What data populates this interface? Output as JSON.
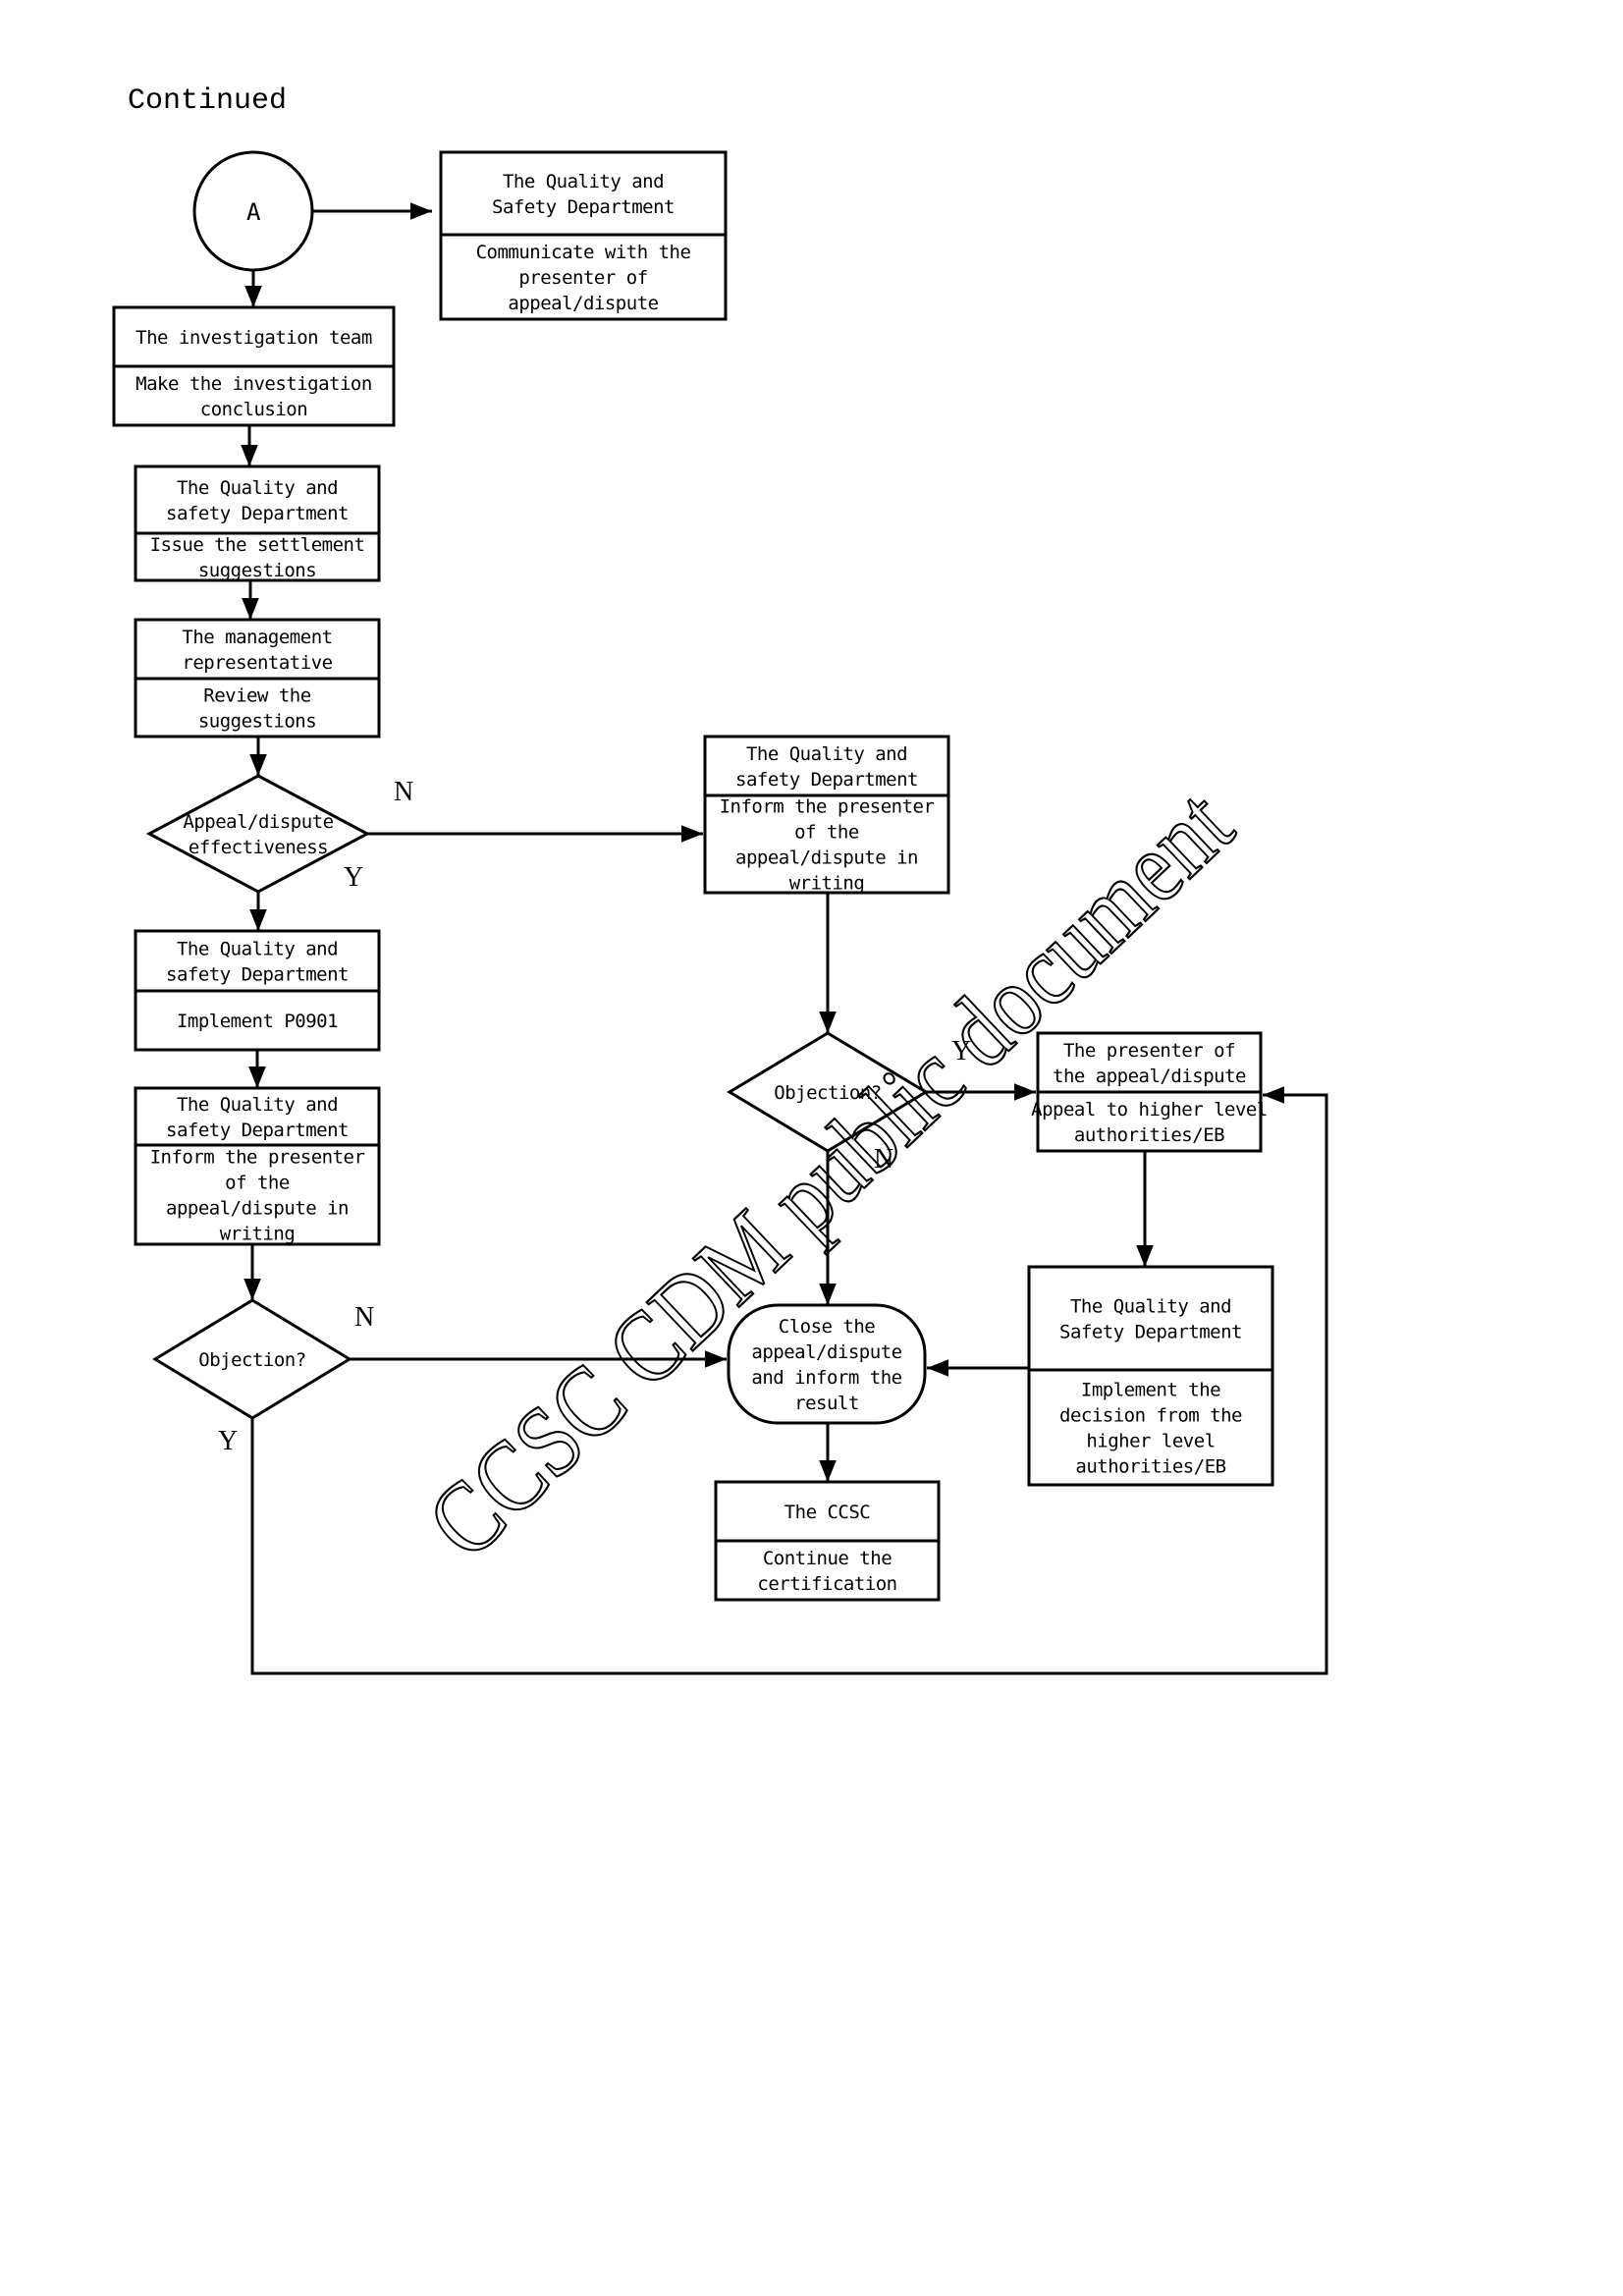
{
  "page": {
    "heading": "Continued"
  },
  "connector": {
    "label": "A"
  },
  "nodes": {
    "qs_communicate": {
      "role": [
        "The Quality and",
        "Safety Department"
      ],
      "action": [
        "Communicate with the",
        "presenter of",
        "appeal/dispute"
      ]
    },
    "investigation": {
      "role": [
        "The investigation team"
      ],
      "action": [
        "Make the investigation",
        "conclusion"
      ]
    },
    "qs_issue": {
      "role": [
        "The Quality and",
        "safety Department"
      ],
      "action": [
        "Issue the settlement",
        "suggestions"
      ]
    },
    "mgmt_review": {
      "role": [
        "The management",
        "representative"
      ],
      "action": [
        "Review the",
        "suggestions"
      ]
    },
    "qs_implement_p0901": {
      "role": [
        "The Quality and",
        "safety Department"
      ],
      "action": [
        "Implement P0901"
      ]
    },
    "qs_inform_left": {
      "role": [
        "The Quality and",
        "safety Department"
      ],
      "action": [
        "Inform the presenter",
        "of the",
        "appeal/dispute in",
        "writing"
      ]
    },
    "qs_inform_right": {
      "role": [
        "The Quality and",
        "safety Department"
      ],
      "action": [
        "Inform the presenter",
        "of the",
        "appeal/dispute in",
        "writing"
      ]
    },
    "presenter_appeal": {
      "role": [
        "The presenter of",
        "the appeal/dispute"
      ],
      "action": [
        "Appeal to higher level",
        "authorities/EB"
      ]
    },
    "qs_implement_decision": {
      "role": [
        "The Quality and",
        "Safety Department"
      ],
      "action": [
        "Implement the",
        "decision from the",
        "higher level",
        "authorities/EB"
      ]
    },
    "close": {
      "text": [
        "Close the",
        "appeal/dispute",
        "and inform the",
        "result"
      ]
    },
    "ccsc": {
      "role": [
        "The CCSC"
      ],
      "action": [
        "Continue the",
        "certification"
      ]
    }
  },
  "decisions": {
    "effectiveness": {
      "text": [
        "Appeal/dispute",
        "effectiveness"
      ],
      "yes": "Y",
      "no": "N"
    },
    "objection_left": {
      "text": [
        "Objection?"
      ],
      "yes": "Y",
      "no": "N"
    },
    "objection_right": {
      "text": [
        "Objection?"
      ],
      "yes": "Y",
      "no": "N"
    }
  },
  "watermark": "CCSC CDM public document"
}
